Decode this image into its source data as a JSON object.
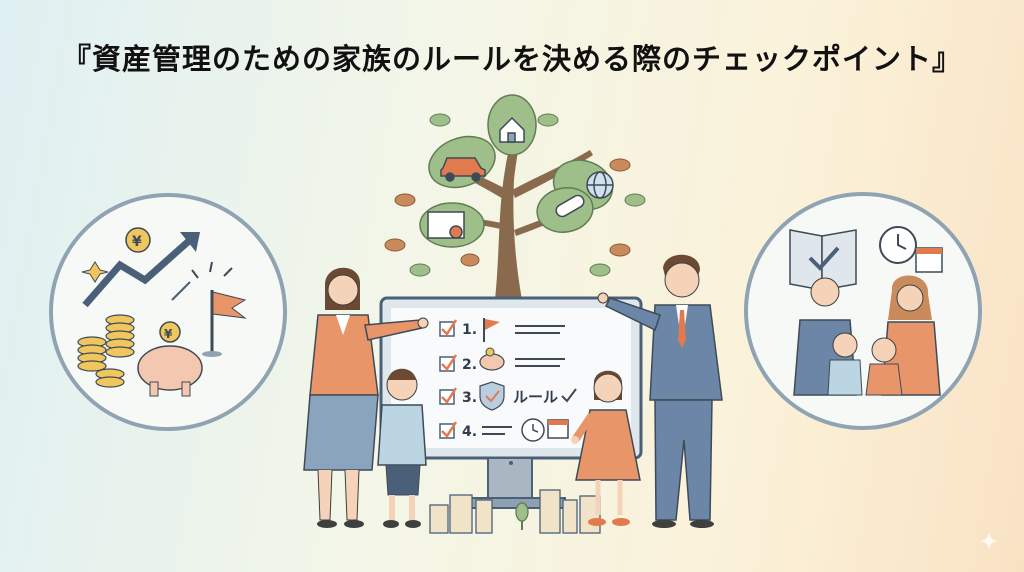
{
  "title": "『資産管理のための家族のルールを決める際のチェックポイント』",
  "checklist": [
    {
      "number": "1.",
      "icon": "flag-icon"
    },
    {
      "number": "2.",
      "icon": "piggy-bank-icon"
    },
    {
      "number": "3.",
      "icon": "shield-check-icon"
    },
    {
      "number": "4.",
      "icon": "clock-calendar-icon"
    }
  ],
  "rule_label": "ルール",
  "currency_symbol": "¥",
  "colors": {
    "leaf": "#9fbf8a",
    "trunk": "#8a6a4c",
    "ring": "#8fa3b3",
    "accent": "#e27a4f",
    "navy": "#4a6079"
  }
}
